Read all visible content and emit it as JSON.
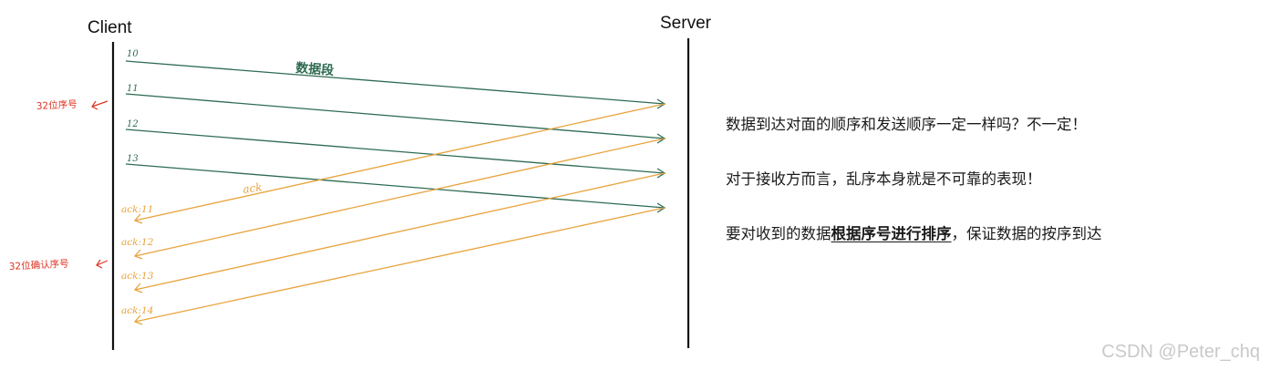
{
  "labels": {
    "client": "Client",
    "server": "Server"
  },
  "segments": [
    {
      "seq": "10"
    },
    {
      "seq": "11"
    },
    {
      "seq": "12"
    },
    {
      "seq": "13"
    }
  ],
  "acks": [
    {
      "label": "ack:11"
    },
    {
      "label": "ack:12"
    },
    {
      "label": "ack:13"
    },
    {
      "label": "ack:14"
    }
  ],
  "annotations": {
    "data_segment": "数据段",
    "ack": "ack",
    "seq_bits": "32位序号",
    "ack_bits": "32位确认序号"
  },
  "notes": {
    "line1": "数据到达对面的顺序和发送顺序一定一样吗？不一定！",
    "line2": "对于接收方而言，乱序本身就是不可靠的表现！",
    "line3_prefix": "要对收到的数据",
    "line3_emphasis": "根据序号进行排序",
    "line3_suffix": "，保证数据的按序到达"
  },
  "watermark": "CSDN @Peter_chq",
  "colors": {
    "data_arrow": "#2e6b52",
    "ack_arrow": "#e8a33c",
    "annotation_red": "#dd3322",
    "timeline": "#111111"
  }
}
